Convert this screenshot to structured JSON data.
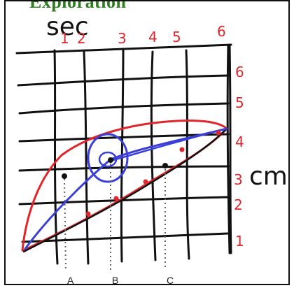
{
  "heading": {
    "text": "Exploration",
    "color": "#2e7d1e"
  },
  "x_axis": {
    "unit": "sec",
    "ticks": [
      "1",
      "2",
      "3",
      "4",
      "5",
      "6"
    ]
  },
  "y_axis": {
    "unit": "cm",
    "ticks": [
      "1",
      "2",
      "3",
      "4",
      "5",
      "6"
    ]
  },
  "points": [
    "A",
    "B",
    "C"
  ],
  "colors": {
    "ink": "#111111",
    "red": "#e0262b",
    "blue": "#3a3fd8",
    "dotted": "#666666"
  }
}
